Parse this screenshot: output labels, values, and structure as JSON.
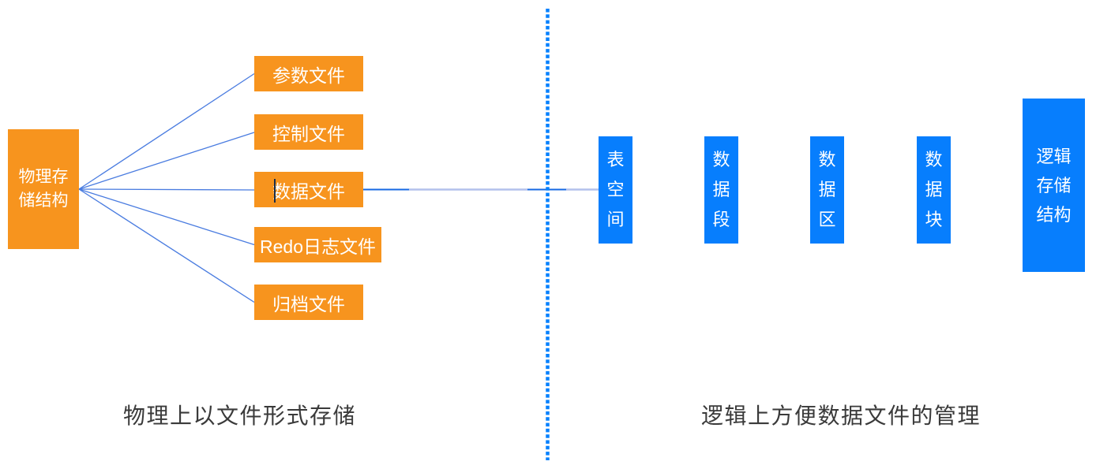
{
  "diagram": {
    "physical": {
      "root_label": "物理存储结构",
      "files": [
        "参数文件",
        "控制文件",
        "数据文件",
        "Redo日志文件",
        "归档文件"
      ],
      "caption": "物理上以文件形式存储"
    },
    "logical": {
      "items": [
        "表空间",
        "数据段",
        "数据区",
        "数据块"
      ],
      "root_label": "逻辑存储结构",
      "caption": "逻辑上方便数据文件的管理"
    },
    "colors": {
      "physical_fill": "#F7941E",
      "logical_fill": "#077EFD",
      "connector_line": "#4A7CE0",
      "connector_highlight": "#B3C1EC",
      "connector_dark": "#1668E3",
      "divider": "#0681FE",
      "caption_text": "#3A3A3A"
    }
  }
}
